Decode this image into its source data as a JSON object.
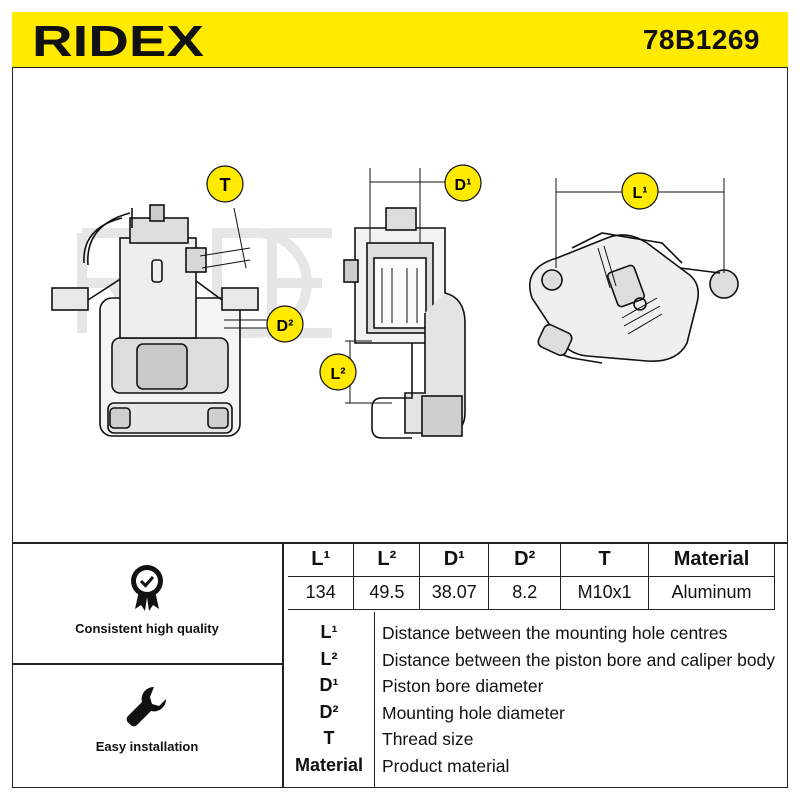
{
  "header": {
    "brand": "RIDEX",
    "part_number": "78B1269"
  },
  "drawing": {
    "labels": {
      "t": "T",
      "d2": "D²",
      "d1": "D¹",
      "l2": "L²",
      "l1": "L¹"
    }
  },
  "features": [
    {
      "icon": "quality-badge-icon",
      "label": "Consistent high quality"
    },
    {
      "icon": "wrench-icon",
      "label": "Easy installation"
    }
  ],
  "specs": {
    "headers": [
      "L¹",
      "L²",
      "D¹",
      "D²",
      "T",
      "Material"
    ],
    "values": [
      "134",
      "49.5",
      "38.07",
      "8.2",
      "M10x1",
      "Aluminum"
    ]
  },
  "legend": [
    {
      "key": "L¹",
      "desc": "Distance between the mounting hole centres"
    },
    {
      "key": "L²",
      "desc": "Distance between the piston bore and caliper body"
    },
    {
      "key": "D¹",
      "desc": "Piston bore diameter"
    },
    {
      "key": "D²",
      "desc": "Mounting hole diameter"
    },
    {
      "key": "T",
      "desc": "Thread size"
    },
    {
      "key": "Material",
      "desc": "Product material"
    }
  ],
  "colors": {
    "accent": "#ffea00",
    "line": "#222222"
  }
}
